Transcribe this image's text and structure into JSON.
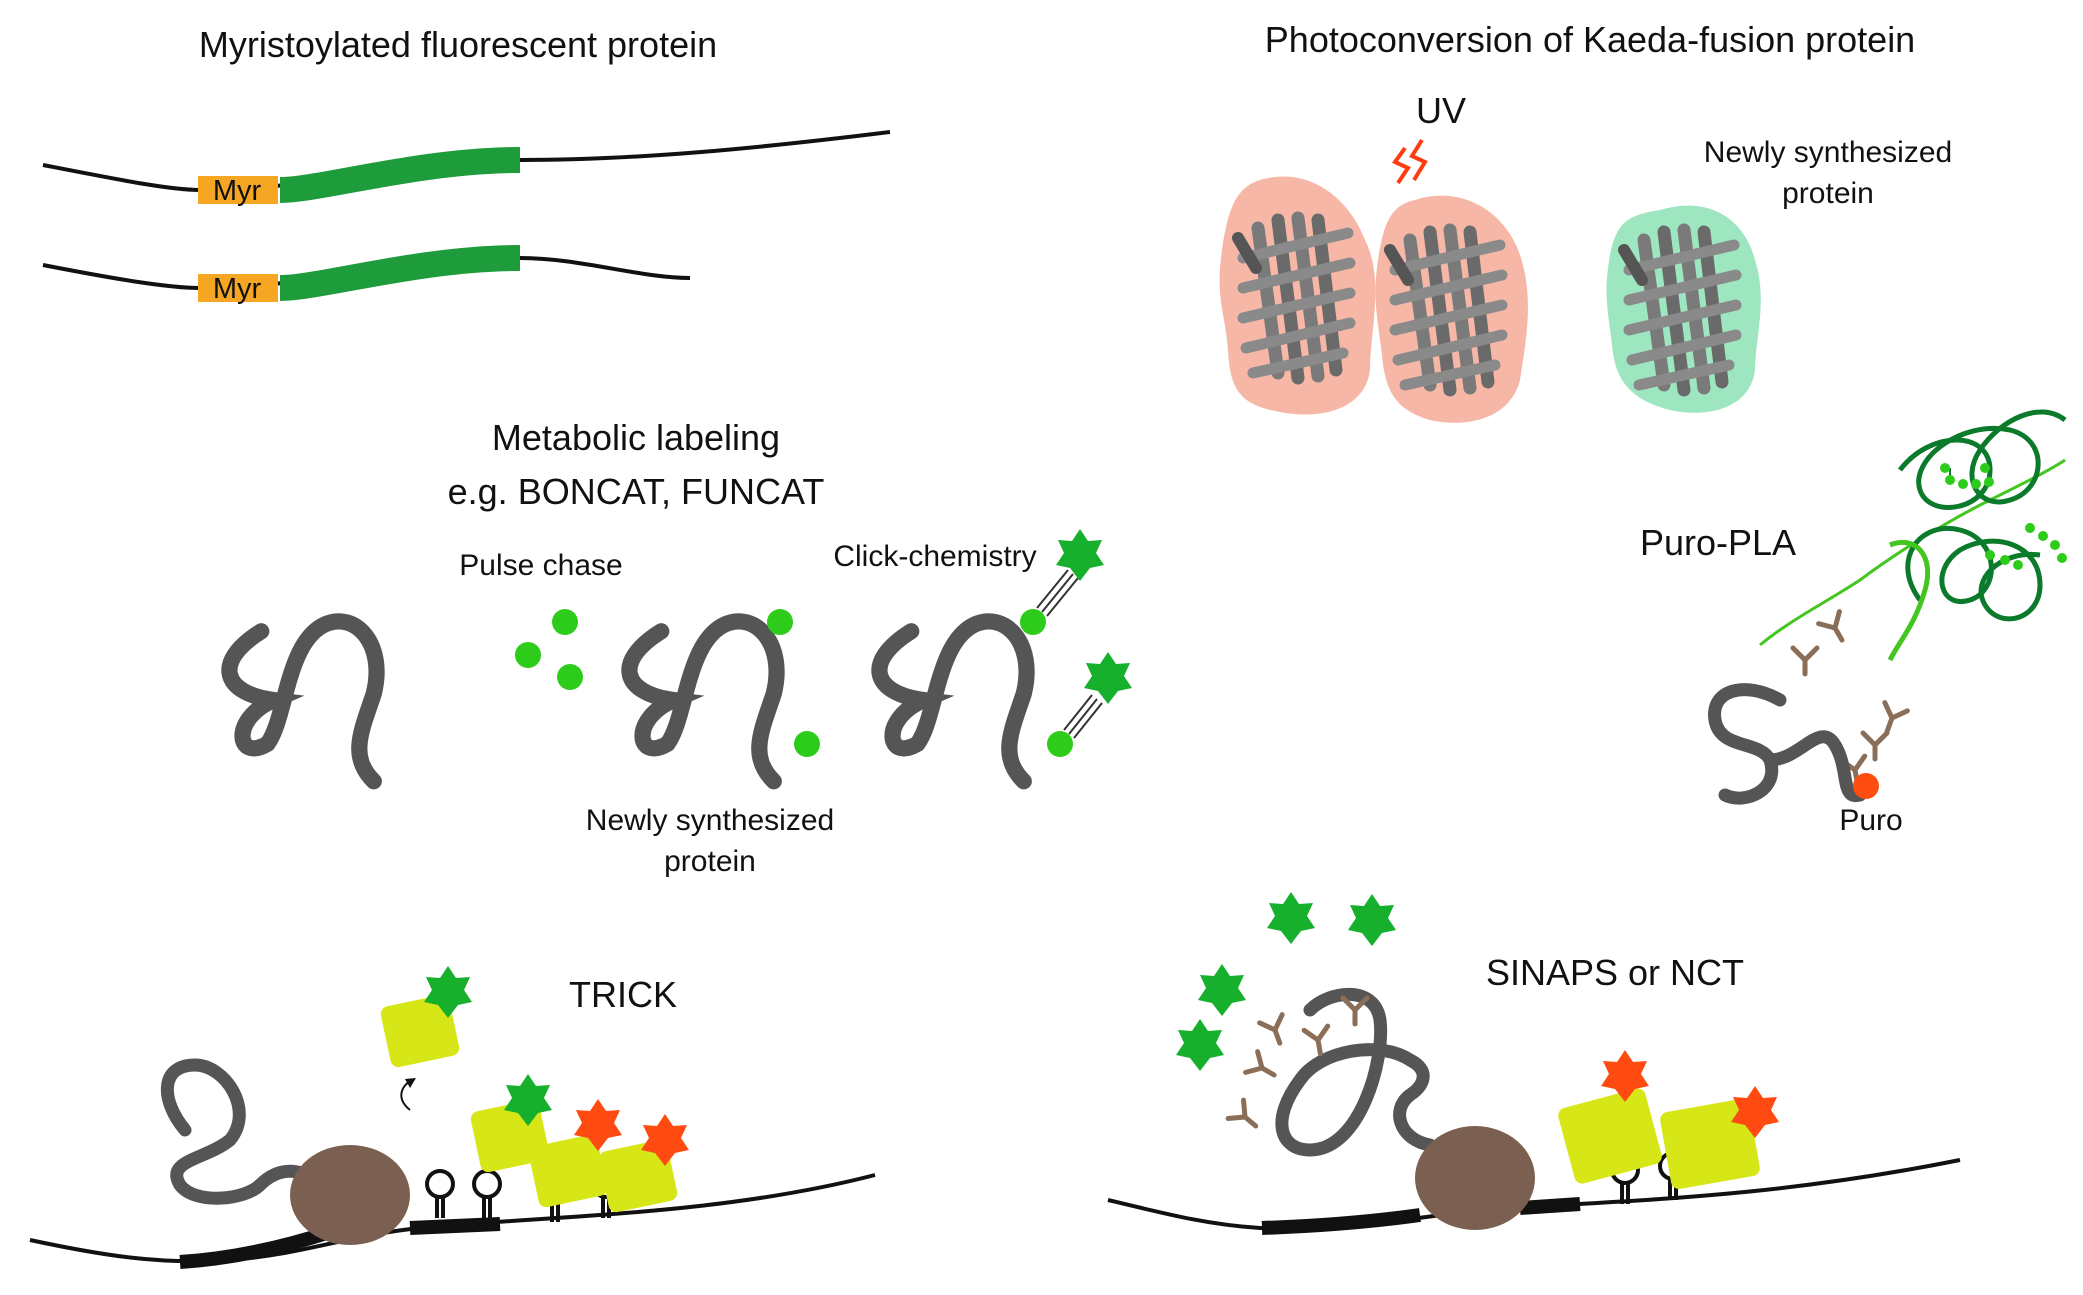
{
  "panels": {
    "myristoylated": {
      "title": "Myristoylated fluorescent protein",
      "tag_label": "Myr"
    },
    "kaeda": {
      "title": "Photoconversion of Kaeda-fusion protein",
      "uv_label": "UV",
      "new_protein_label_line1": "Newly synthesized",
      "new_protein_label_line2": "protein"
    },
    "metabolic": {
      "title_line1": "Metabolic labeling",
      "title_line2": "e.g. BONCAT, FUNCAT",
      "pulse_chase_label": "Pulse chase",
      "click_chemistry_label": "Click-chemistry",
      "new_protein_label_line1": "Newly synthesized",
      "new_protein_label_line2": "protein"
    },
    "puro_pla": {
      "title": "Puro-PLA",
      "puro_label": "Puro"
    },
    "trick": {
      "title": "TRICK"
    },
    "sinaps": {
      "title": "SINAPS or NCT"
    }
  },
  "colors": {
    "strand": "#111111",
    "chain": "#555555",
    "myr_tag": "#f5a623",
    "fp_green": "#1e9b3a",
    "label_green": "#2ecc1a",
    "star_green": "#17b02d",
    "star_red": "#ff4a12",
    "uv_red": "#ff3b10",
    "kaeda_red": "#f7b7a7",
    "kaeda_green": "#9ee6c0",
    "barrel_gray": "#777777",
    "yellow_box": "#d7e617",
    "ribosome": "#7b5f51",
    "antibody": "#8b6e57",
    "puro": "#ff4d12",
    "helix_dark": "#0b7a2b",
    "helix_light": "#43c61f"
  }
}
